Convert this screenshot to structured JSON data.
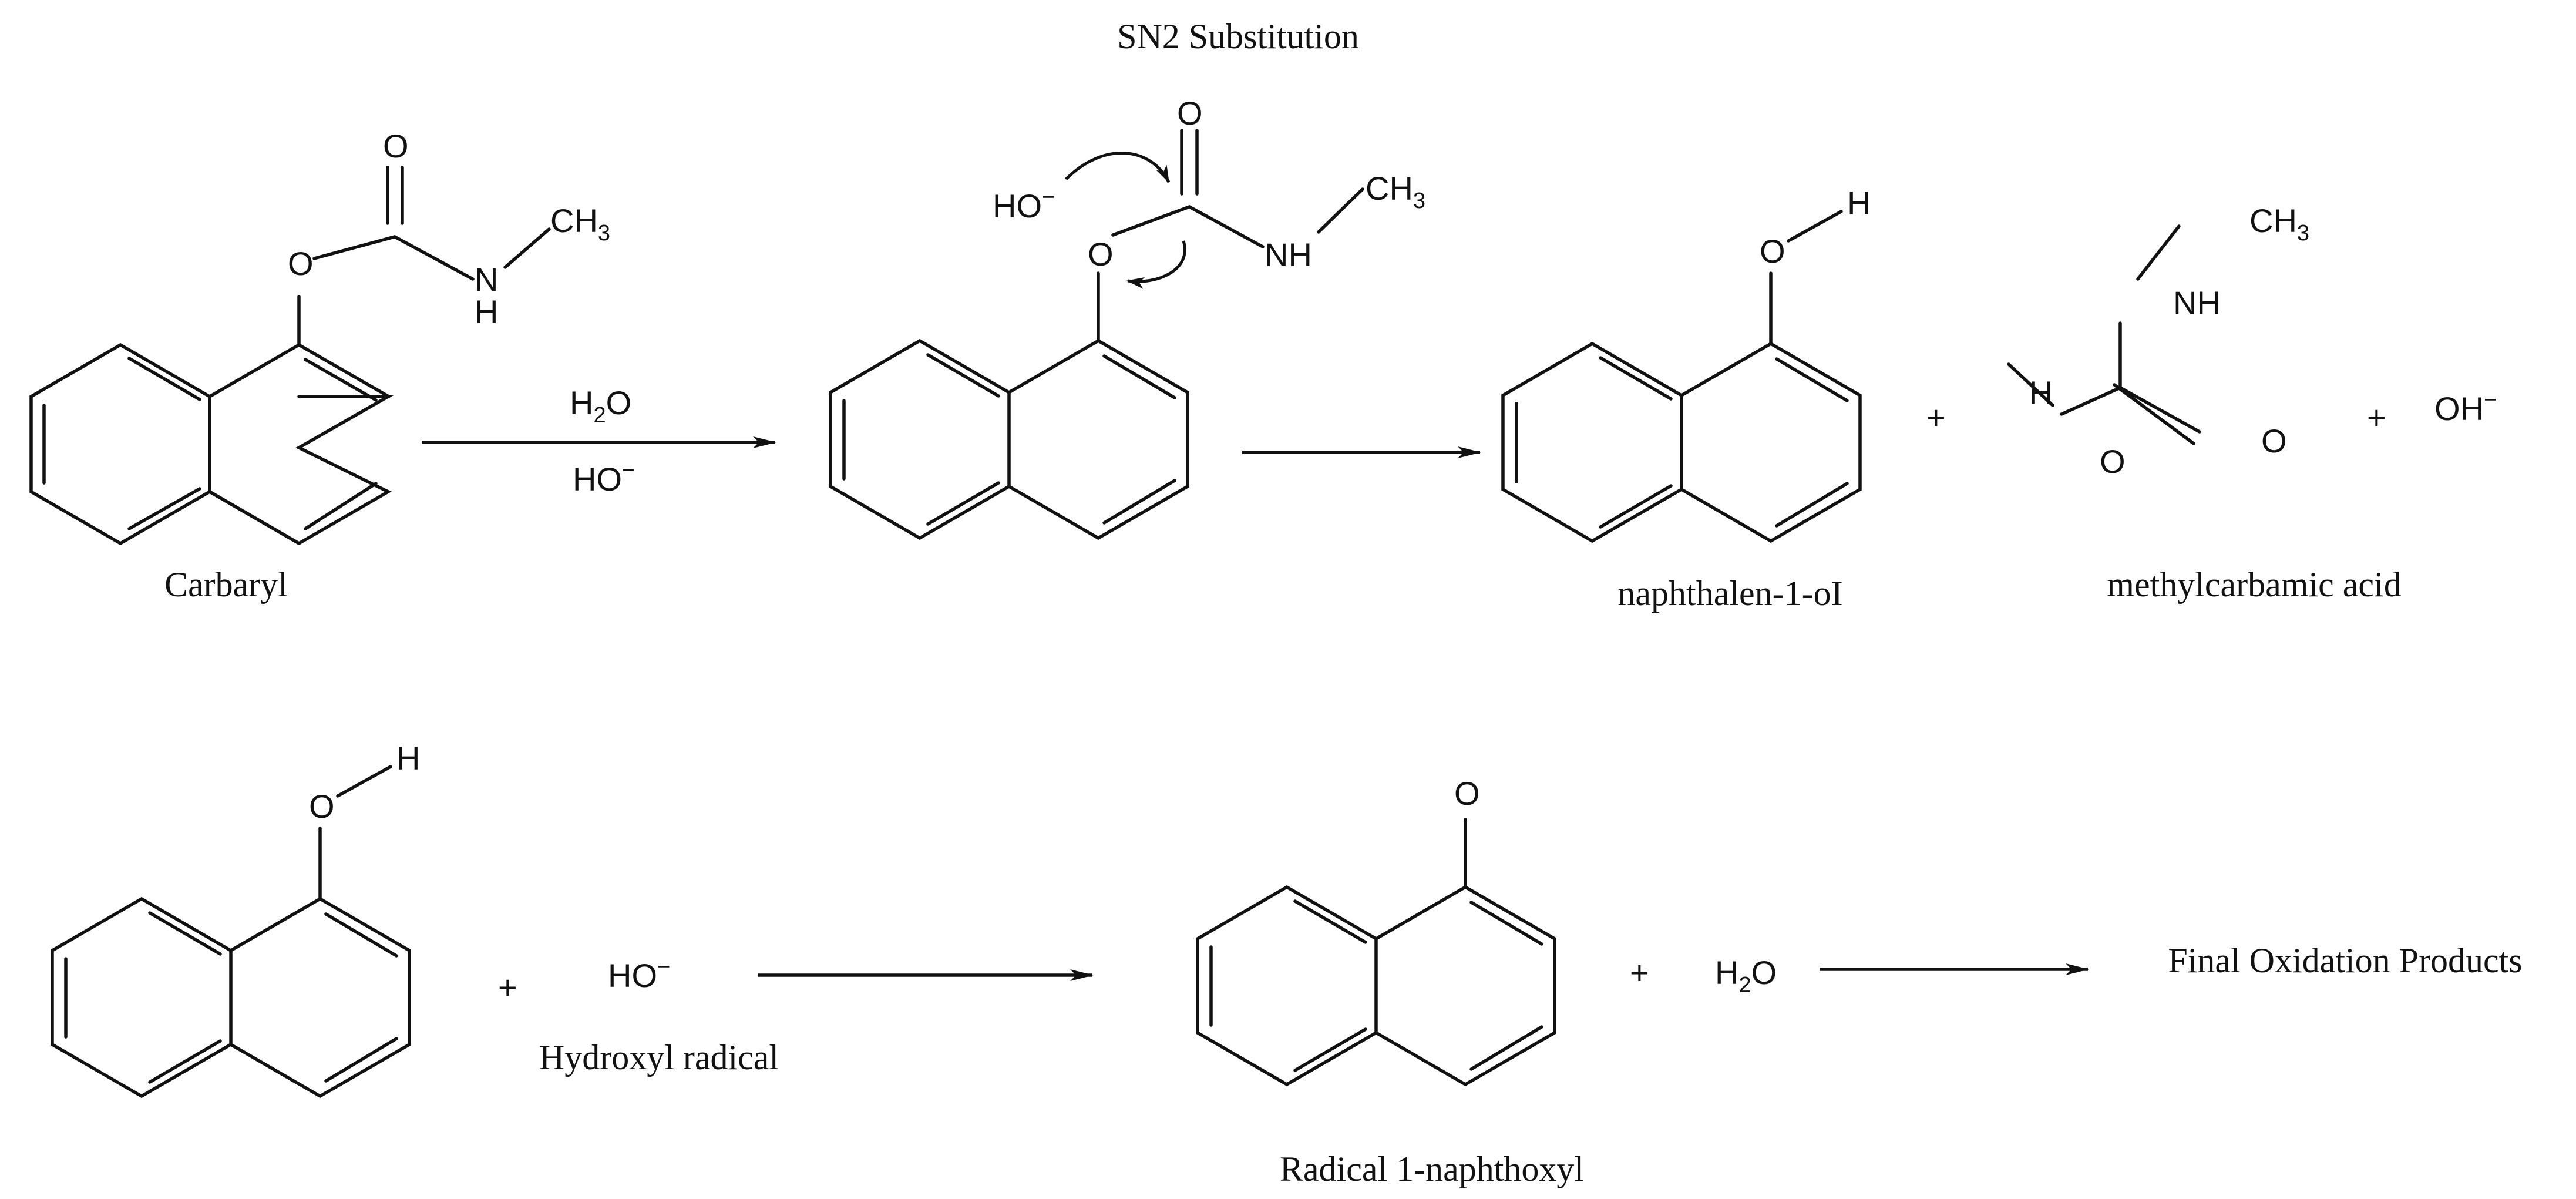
{
  "title": "SN2 Substitution",
  "captions": {
    "carbaryl": "Carbaryl",
    "naphthol": "naphthalen-1-oI",
    "methylcarbamic_acid": "methylcarbamic acid",
    "hydroxyl_radical": "Hydroxyl radical",
    "naphthoxyl": "Radical 1-naphthoxyl",
    "final_products": "Final Oxidation Products"
  },
  "atoms": {
    "O": "O",
    "H": "H",
    "N": "N",
    "NH": "NH",
    "CH": "CH",
    "three": "3",
    "two": "2",
    "HO": "HO",
    "OH": "OH",
    "minus": "−"
  },
  "plus_sign": "+",
  "reagents": {
    "above_arrow": "H2O",
    "below_arrow": "HO−"
  }
}
